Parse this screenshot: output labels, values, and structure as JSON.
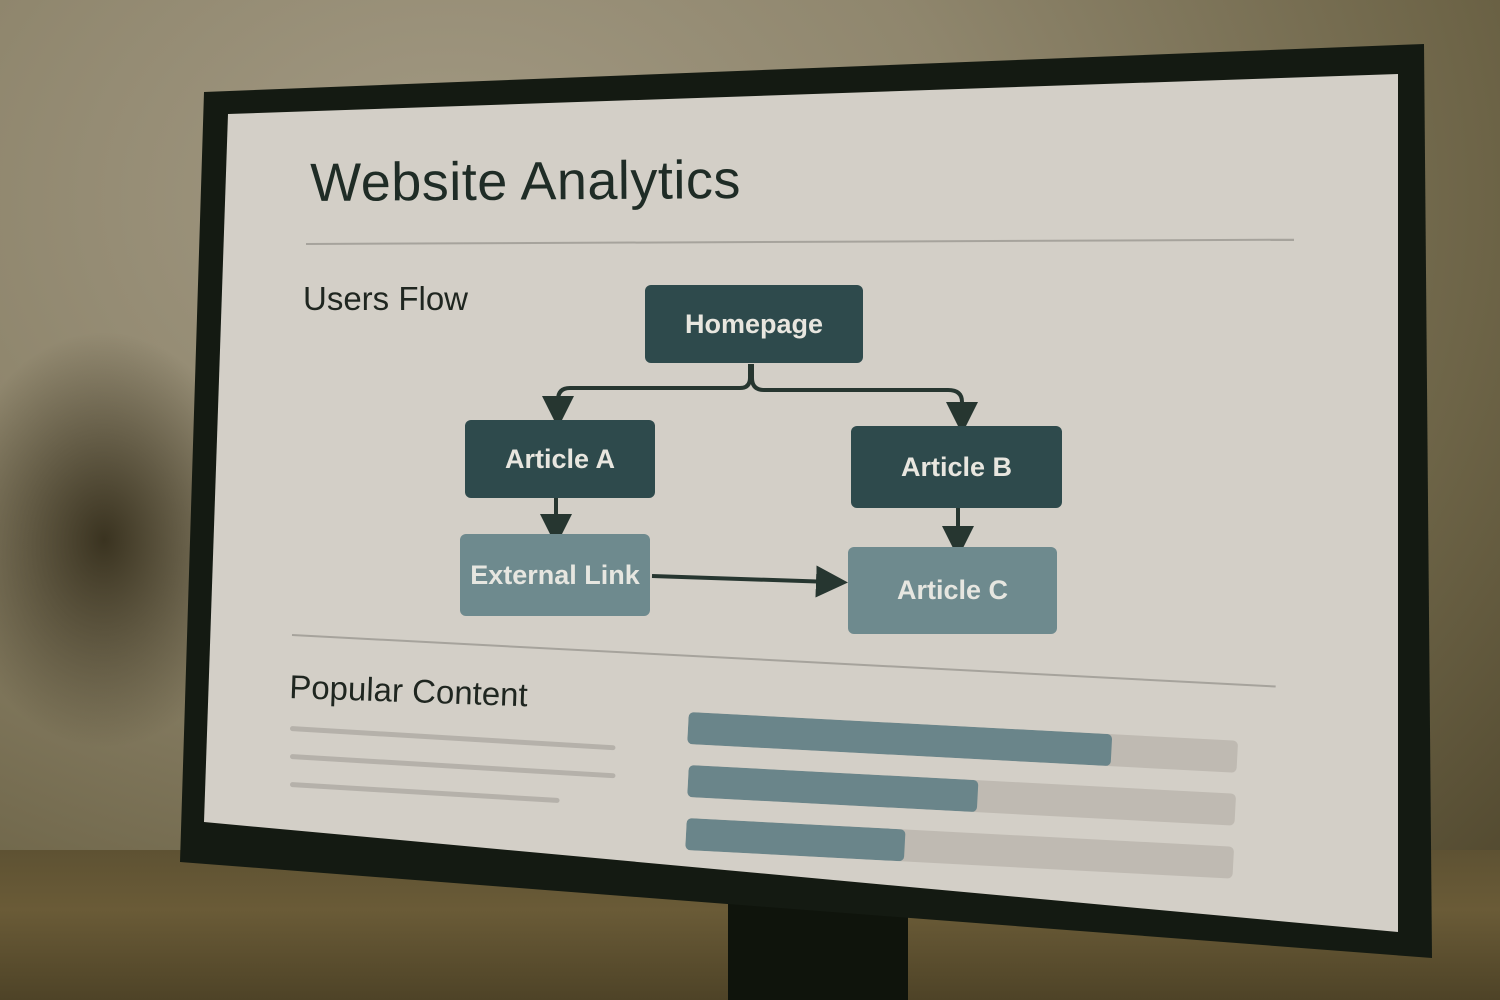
{
  "dashboard": {
    "title": "Website Analytics",
    "users_flow": {
      "heading": "Users Flow",
      "nodes": [
        {
          "id": "homepage",
          "label": "Homepage",
          "style": "dark"
        },
        {
          "id": "article-a",
          "label": "Article A",
          "style": "dark"
        },
        {
          "id": "article-b",
          "label": "Article B",
          "style": "dark"
        },
        {
          "id": "external-link",
          "label": "External Link",
          "style": "light"
        },
        {
          "id": "article-c",
          "label": "Article C",
          "style": "light"
        }
      ],
      "edges": [
        {
          "from": "homepage",
          "to": "article-a"
        },
        {
          "from": "homepage",
          "to": "article-b"
        },
        {
          "from": "article-a",
          "to": "external-link"
        },
        {
          "from": "article-b",
          "to": "article-c"
        },
        {
          "from": "external-link",
          "to": "article-c"
        }
      ]
    },
    "popular_content": {
      "heading": "Popular Content",
      "bars": [
        {
          "fill_percent": 77
        },
        {
          "fill_percent": 53
        },
        {
          "fill_percent": 40
        }
      ]
    }
  },
  "colors": {
    "node_dark": "#2e4a4c",
    "node_light": "#6e8a8e",
    "bar_fill": "#6a858a",
    "bar_track": "#bfbab2",
    "screen_bg": "#d4d0c8",
    "bezel": "#141a12"
  }
}
